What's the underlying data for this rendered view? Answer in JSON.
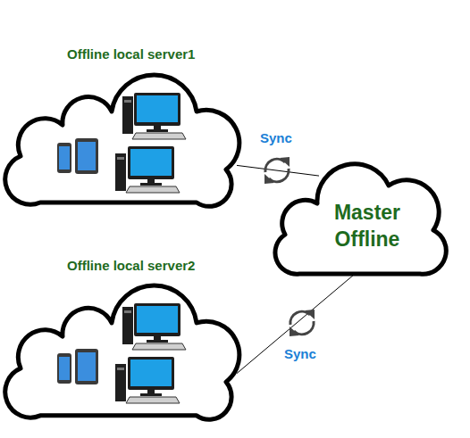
{
  "diagram": {
    "nodes": [
      {
        "text": [
          "Offline local server1"
        ]
      },
      {
        "text": [
          "Master Offline"
        ]
      },
      {
        "text": [
          "Offline local server2"
        ]
      }
    ],
    "edges": [
      {
        "from": 0,
        "to": 1,
        "arrow": "none",
        "label": "Sync"
      },
      {
        "from": 2,
        "to": 1,
        "arrow": "none",
        "label": "Sync"
      }
    ]
  }
}
